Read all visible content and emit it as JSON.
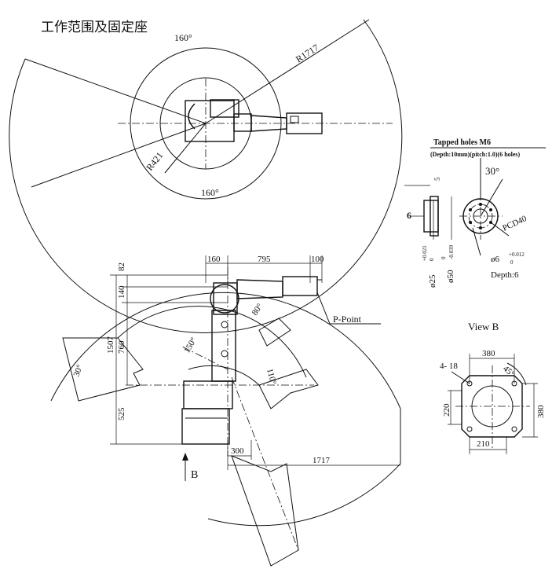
{
  "title": "工作范围及固定座",
  "top_view": {
    "angle_top": "160°",
    "angle_bottom": "160°",
    "radius_outer": "R1717",
    "radius_inner": "R421"
  },
  "side_view": {
    "dim_160": "160",
    "dim_795": "795",
    "dim_100": "100",
    "dim_82": "82",
    "dim_140": "140",
    "dim_760": "760",
    "dim_1507": "1507",
    "dim_525": "525",
    "dim_300": "300",
    "dim_1717": "1717",
    "angle_80": "80°",
    "angle_150": "150°",
    "angle_110": "110°",
    "angle_30": "30°",
    "p_point": "P-Point",
    "arrow_b": "B"
  },
  "flange": {
    "tapped_holes": "Tapped holes M6",
    "tapped_detail": "(Depth:10mm)(pitch:1.0)(6 holes)",
    "angle_30": "30°",
    "dim_5": "5",
    "dim_6": "6",
    "pcd": "PCD40",
    "phi25": "ø25",
    "phi25_tol_upper": "+0.021",
    "phi25_tol_lower": "0",
    "phi50": "ø50",
    "phi50_tol_upper": "0",
    "phi50_tol_lower": "-0.039",
    "phi6": "ø6",
    "phi6_tol_upper": "+0.012",
    "phi6_tol_lower": "0",
    "depth": "Depth:6"
  },
  "view_b": {
    "label": "View B",
    "holes": "4- 18",
    "dim_380_top": "380",
    "angle_45": "45°",
    "dim_220": "220",
    "dim_380_right": "380",
    "dim_210": "210"
  }
}
